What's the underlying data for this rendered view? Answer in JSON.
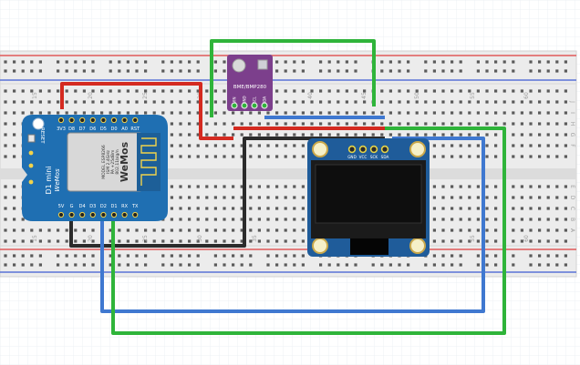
{
  "breadboard": {
    "row_labels": [
      "J",
      "I",
      "H",
      "G",
      "F",
      "E",
      "D",
      "C",
      "B",
      "A"
    ],
    "column_numbers": [
      "15",
      "20",
      "25",
      "30",
      "35",
      "40",
      "45",
      "50",
      "55",
      "60"
    ]
  },
  "bme280": {
    "label": "BME/BMP280",
    "pins": [
      "VIN",
      "GND",
      "SCL",
      "SDA"
    ]
  },
  "d1mini": {
    "top_pins": [
      "3V3",
      "D8",
      "D7",
      "D6",
      "D5",
      "D0",
      "A0",
      "RST"
    ],
    "bottom_pins": [
      "5V",
      "G",
      "D4",
      "D3",
      "D2",
      "D1",
      "RX",
      "TX"
    ],
    "reset_label": "RESET",
    "board_name": "D1 mini",
    "brand": "WeMos",
    "module_brand": "WeMos",
    "module_lines": [
      "MODEL ESP8266",
      "ISM 2.4GHz",
      "PA +25dBm",
      "802.11b/g/n"
    ]
  },
  "oled": {
    "pins": [
      "GND",
      "VCC",
      "SCK",
      "SDA"
    ]
  },
  "colors": {
    "wire_red": "#d42a20",
    "wire_green": "#2fb43a",
    "wire_blue": "#3f78d0",
    "wire_black": "#2b2b2b",
    "rail_red": "#e05a5a",
    "rail_blue": "#5a73d6",
    "bme_purple": "#7c3f8c",
    "d1_blue": "#1f6fb2",
    "oled_blue": "#1f5c9a"
  }
}
